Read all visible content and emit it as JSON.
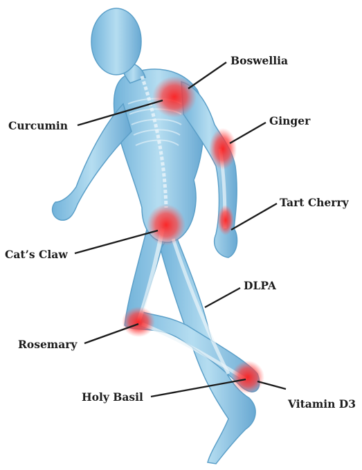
{
  "labels": {
    "boswellia": "Boswellia",
    "curcumin": "Curcumin",
    "ginger": "Ginger",
    "tart_cherry": "Tart Cherry",
    "cats_claw": "Cat’s Claw",
    "dlpa": "DLPA",
    "rosemary": "Rosemary",
    "holy_basil": "Holy Basil",
    "vitamin_d3": "Vitamin D3"
  },
  "colors": {
    "body_fill": "#8ec8e6",
    "body_edge": "#3f8fbf",
    "bone": "#e8f4fa",
    "highlight": "#ff2a2a",
    "text": "#1c1c1c",
    "leader": "#1c1c1c"
  }
}
